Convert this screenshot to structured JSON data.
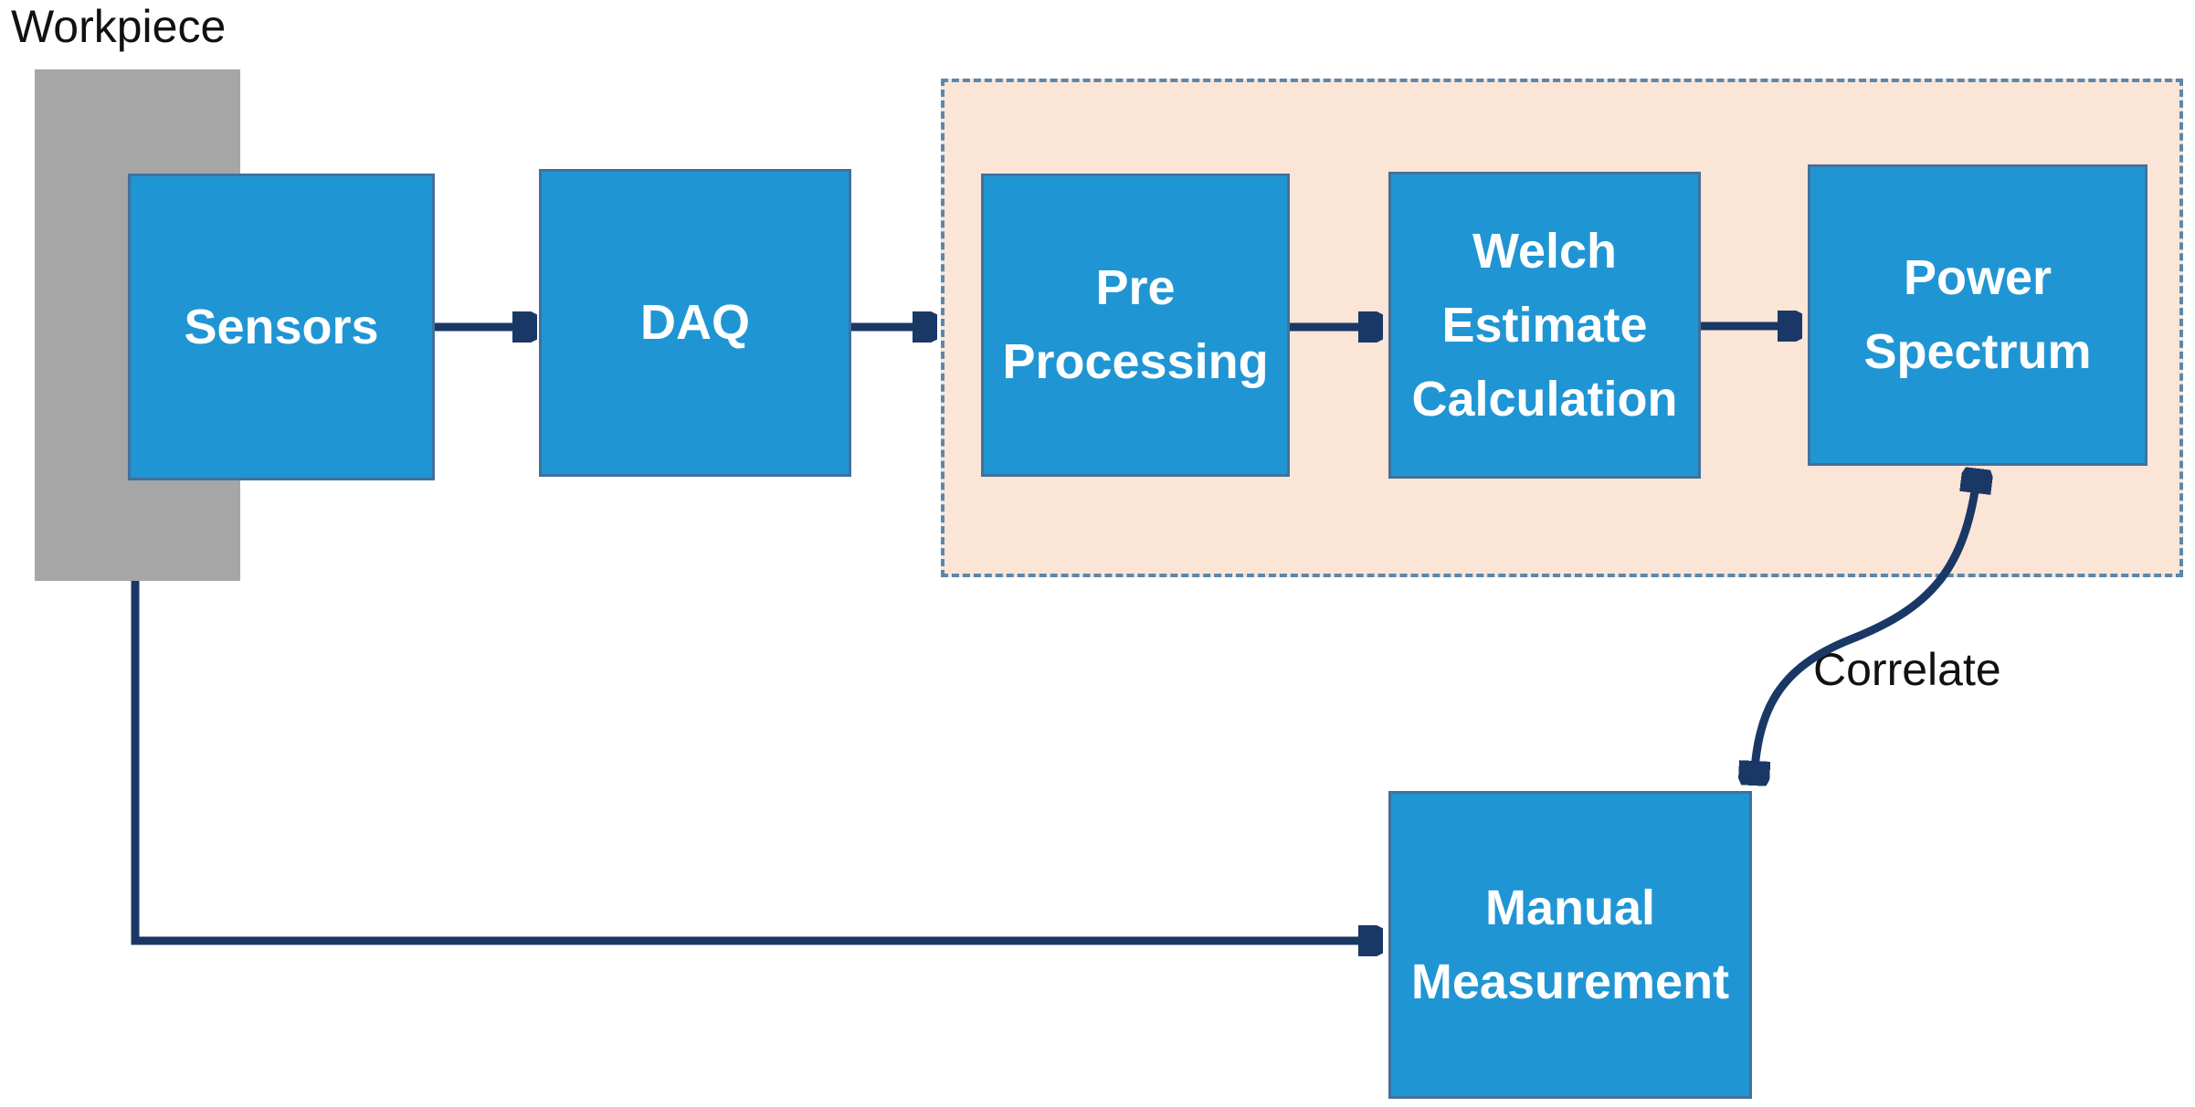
{
  "labels": {
    "workpiece": "Workpiece",
    "correlate": "Correlate"
  },
  "nodes": [
    {
      "id": "sensors",
      "label": "Sensors"
    },
    {
      "id": "daq",
      "label": "DAQ"
    },
    {
      "id": "pre-processing",
      "label": "Pre Processing"
    },
    {
      "id": "welch-estimate",
      "label": "Welch Estimate Calculation"
    },
    {
      "id": "power-spectrum",
      "label": "Power Spectrum"
    },
    {
      "id": "manual-measurement",
      "label": "Manual Measurement"
    }
  ],
  "colors": {
    "node_fill": "#2095d3",
    "node_border": "#41719c",
    "node_text": "#ffffff",
    "arrow": "#1a3866",
    "group_fill": "#fbe5d6",
    "group_border": "#5b87ad",
    "workpiece_fill": "#a6a6a6",
    "annotation_text": "#111111",
    "background": "#ffffff"
  }
}
